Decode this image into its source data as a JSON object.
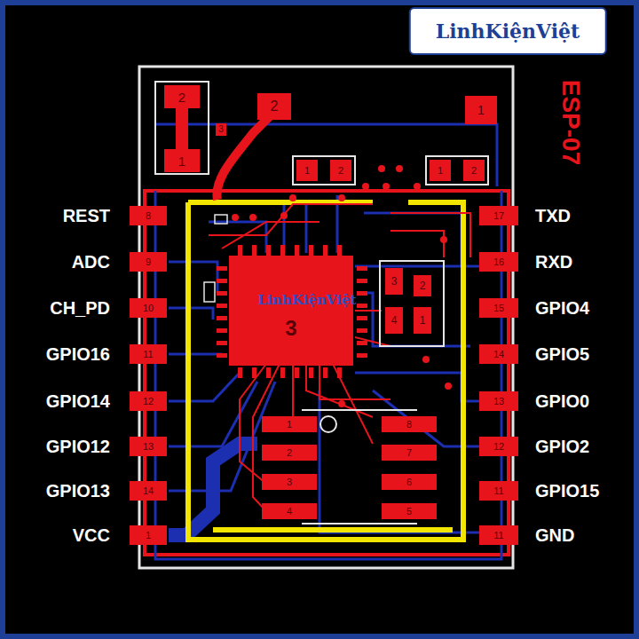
{
  "diagram": {
    "nodes": [
      {
        "text": [
          "2"
        ]
      },
      {
        "text": [
          "1"
        ]
      },
      {
        "text": [
          "3"
        ]
      },
      {
        "text": [
          "2"
        ]
      },
      {
        "text": [
          "1"
        ]
      },
      {
        "text": [
          "1"
        ]
      },
      {
        "text": [
          "2"
        ]
      },
      {
        "text": [
          "1"
        ]
      },
      {
        "text": [
          "2"
        ]
      },
      {
        "text": [
          "8"
        ]
      },
      {
        "text": [
          "9"
        ]
      },
      {
        "text": [
          "10"
        ]
      },
      {
        "text": [
          "11"
        ]
      },
      {
        "text": [
          "12"
        ]
      },
      {
        "text": [
          "13"
        ]
      },
      {
        "text": [
          "14"
        ]
      },
      {
        "text": [
          "1"
        ]
      },
      {
        "text": [
          "17"
        ]
      },
      {
        "text": [
          "16"
        ]
      },
      {
        "text": [
          "15"
        ]
      },
      {
        "text": [
          "14"
        ]
      },
      {
        "text": [
          "13"
        ]
      },
      {
        "text": [
          "12"
        ]
      },
      {
        "text": [
          "11"
        ]
      },
      {
        "text": [
          "11"
        ]
      },
      {
        "text": [
          "3"
        ]
      },
      {
        "text": [
          "3"
        ]
      },
      {
        "text": [
          "2"
        ]
      },
      {
        "text": [
          "4"
        ]
      },
      {
        "text": [
          "1"
        ]
      },
      {
        "text": [
          "1"
        ]
      },
      {
        "text": [
          "8"
        ]
      },
      {
        "text": [
          "2"
        ]
      },
      {
        "text": [
          "7"
        ]
      },
      {
        "text": [
          "3"
        ]
      },
      {
        "text": [
          "6"
        ]
      },
      {
        "text": [
          "4"
        ]
      },
      {
        "text": [
          "5"
        ]
      }
    ],
    "labels": [
      "REST",
      "ADC",
      "CH_PD",
      "GPIO16",
      "GPIO14",
      "GPIO12",
      "GPIO13",
      "VCC",
      "TXD",
      "RXD",
      "GPIO4",
      "GPIO5",
      "GPIO0",
      "GPIO2",
      "GPIO15",
      "GND",
      "ESP-07",
      "LinhKiệnViệt",
      "LinhKiệnViệt"
    ]
  }
}
